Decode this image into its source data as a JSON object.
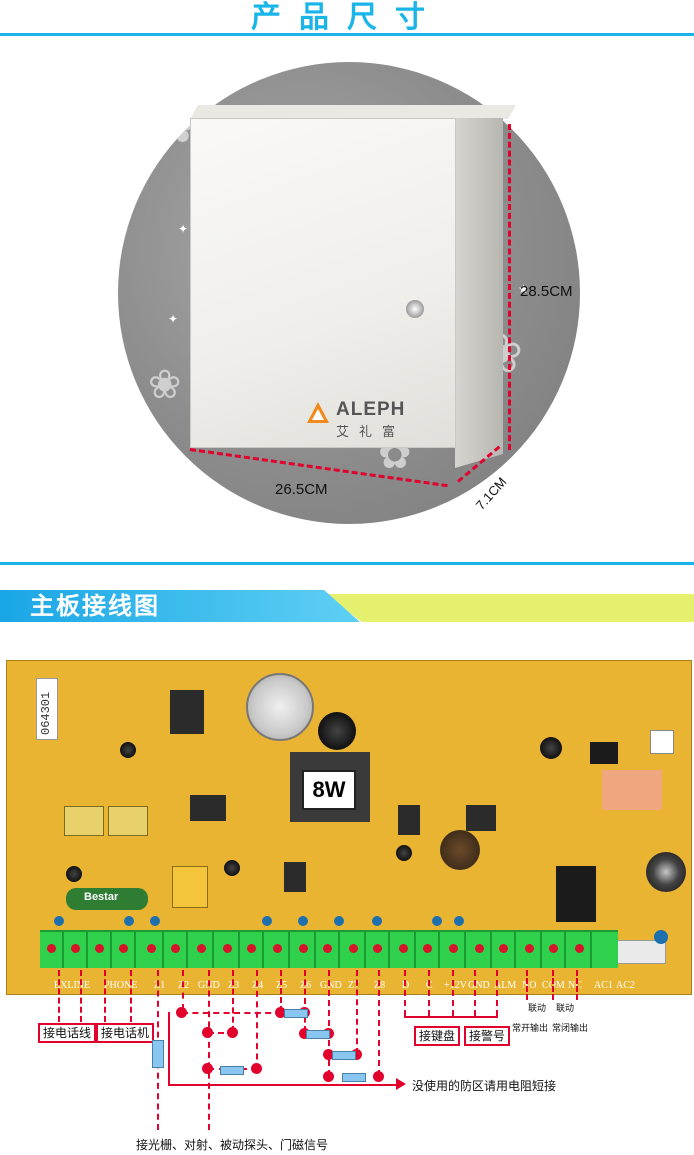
{
  "section1": {
    "title": "产品尺寸"
  },
  "product": {
    "brand_en": "ALEPH",
    "brand_cn": "艾礼富",
    "height": "28.5CM",
    "width": "26.5CM",
    "depth": "7.1CM"
  },
  "section2": {
    "title": "主板接线图"
  },
  "board": {
    "label": "8W",
    "serial": "064301",
    "battery_label": "Bestar",
    "terminals": [
      "EXLINE",
      "PHONE",
      "Z1",
      "Z2",
      "GND",
      "Z3",
      "Z4",
      "Z5",
      "Z6",
      "GND",
      "Z7",
      "Z8",
      "D",
      "C",
      "+12V",
      "GND",
      "ALM",
      "NO",
      "COM",
      "NC",
      "AC1",
      "AC2"
    ]
  },
  "annotations": {
    "exline": "接电话线",
    "phone": "接电话机",
    "keyboard": "接键盘",
    "alarm": "接警号",
    "linkage1": "联动",
    "linkage2": "联动",
    "no_output": "常开输出",
    "nc_output": "常闭输出",
    "unused_zone": "没使用的防区请用电阻短接",
    "sensors": "接光栅、对射、被动探头、门磁信号"
  },
  "colors": {
    "accent": "#19b4e8",
    "annotation": "#e2002d",
    "board": "#e9b431",
    "terminal": "#2fd04b"
  }
}
